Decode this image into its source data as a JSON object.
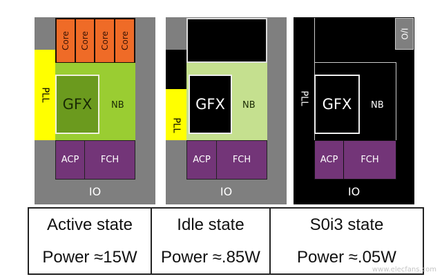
{
  "panels": [
    {
      "name": "active",
      "colors": {
        "bg": "#7f7f7f",
        "core": "#ef6b27",
        "nb": "#9acd32",
        "gfx": "#6b9a1e",
        "pll": "#ffff00"
      },
      "core_labels": [
        "Core",
        "Core",
        "Core",
        "Core"
      ],
      "pll": "PLL",
      "gfx": "GFX",
      "nb": "NB",
      "acp": "ACP",
      "fch": "FCH",
      "io": "IO"
    },
    {
      "name": "idle",
      "colors": {
        "bg": "#7f7f7f",
        "core": "#000000",
        "nb": "#c5e08f",
        "gfx": "#000000",
        "pll": "#ffff00"
      },
      "pll": "PLL",
      "gfx": "GFX",
      "nb": "NB",
      "acp": "ACP",
      "fch": "FCH",
      "io": "IO"
    },
    {
      "name": "s0i3",
      "colors": {
        "bg": "#000000",
        "core": "#000000",
        "nb": "#000000",
        "gfx": "#000000",
        "io_box": "#7f7f7f"
      },
      "pll": "PLL",
      "gfx": "GFX",
      "nb": "NB",
      "acp": "ACP",
      "fch": "FCH",
      "io": "IO",
      "io_box": "I/O"
    }
  ],
  "labels": [
    {
      "state": "Active state",
      "power": "Power ≈15W"
    },
    {
      "state": "Idle state",
      "power": "Power ≈.85W"
    },
    {
      "state": "S0i3 state",
      "power": "Power ≈.05W"
    }
  ],
  "watermark": "www.elecfans.com"
}
